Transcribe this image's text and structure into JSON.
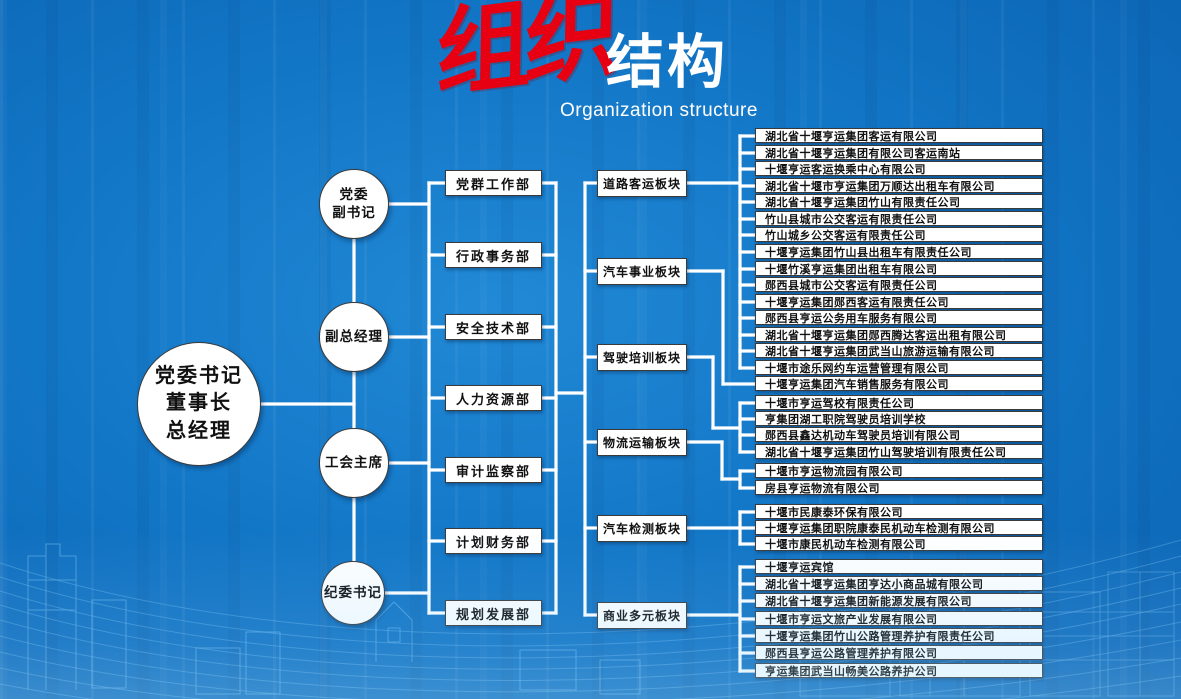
{
  "title": {
    "red": "组织",
    "white": "结构",
    "subtitle": "Organization structure"
  },
  "root": {
    "lines": [
      "党委书记",
      "董事长",
      "总经理"
    ]
  },
  "leaders": [
    {
      "lines": [
        "党委",
        "副书记"
      ]
    },
    {
      "lines": [
        "副总经理"
      ]
    },
    {
      "lines": [
        "工会主席"
      ]
    },
    {
      "lines": [
        "纪委书记"
      ]
    }
  ],
  "departments": [
    "党群工作部",
    "行政事务部",
    "安全技术部",
    "人力资源部",
    "审计监察部",
    "计划财务部",
    "规划发展部"
  ],
  "segments": [
    {
      "label": "道路客运板块",
      "companies": [
        "湖北省十堰亨运集团客运有限公司",
        "湖北省十堰亨运集团有限公司客运南站",
        "十堰亨运客运换乘中心有限公司",
        "湖北省十堰市亨运集团万顺达出租车有限公司",
        "湖北省十堰亨运集团竹山有限责任公司",
        "竹山县城市公交客运有限责任公司",
        "竹山城乡公交客运有限责任公司",
        "十堰亨运集团竹山县出租车有限责任公司",
        "十堰竹溪亨运集团出租车有限公司",
        "郧西县城市公交客运有限责任公司",
        "十堰亨运集团郧西客运有限责任公司",
        "郧西县亨运公务用车服务有限公司",
        "湖北省十堰亨运集团郧西腾达客运出租有限公司",
        "湖北省十堰亨运集团武当山旅游运输有限公司",
        "十堰市途乐网约车运营管理有限公司"
      ]
    },
    {
      "label": "汽车事业板块",
      "companies": [
        "十堰亨运集团汽车销售服务有限公司"
      ]
    },
    {
      "label": "驾驶培训板块",
      "companies": [
        "十堰市亨运驾校有限责任公司",
        "亨集团湖工职院驾驶员培训学校",
        "郧西县鑫达机动车驾驶员培训有限公司",
        "湖北省十堰亨运集团竹山驾驶培训有限责任公司"
      ]
    },
    {
      "label": "物流运输板块",
      "companies": [
        "十堰市亨运物流园有限公司",
        "房县亨运物流有限公司"
      ]
    },
    {
      "label": "汽车检测板块",
      "companies": [
        "十堰市民康泰环保有限公司",
        "十堰亨运集团职院康泰民机动车检测有限公司",
        "十堰市康民机动车检测有限公司"
      ]
    },
    {
      "label": "商业多元板块",
      "companies": [
        "十堰亨运宾馆",
        "湖北省十堰亨运集团亨达小商品城有限公司",
        "湖北省十堰亨运集团新能源发展有限公司",
        "十堰市亨运文旅产业发展有限公司",
        "十堰亨运集团竹山公路管理养护有限责任公司",
        "郧西县亨运公路管理养护有限公司",
        "亨运集团武当山畅美公路养护公司"
      ]
    }
  ],
  "colors": {
    "background_blue": "#1276c6",
    "title_red": "#e60012",
    "connector_line": "#ffffff",
    "box_background": "#ffffff",
    "box_border": "#3a3a3a",
    "decor_cityscape": "#9fdcff"
  }
}
